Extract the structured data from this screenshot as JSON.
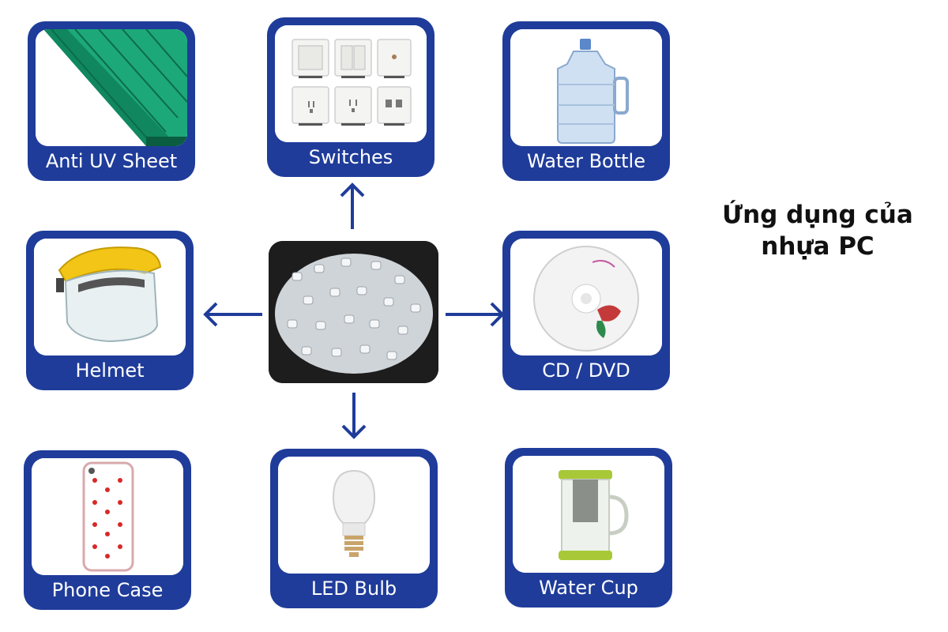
{
  "title": "Ứng dụng của nhựa PC",
  "center": {
    "icon": "pc-pellets-image"
  },
  "cards": {
    "anti_uv_sheet": {
      "label": "Anti UV Sheet",
      "icon": "polycarbonate-sheet-image"
    },
    "switches": {
      "label": "Switches",
      "icon": "wall-switches-image"
    },
    "water_bottle": {
      "label": "Water Bottle",
      "icon": "water-jug-image"
    },
    "helmet": {
      "label": "Helmet",
      "icon": "face-shield-helmet-image"
    },
    "cd_dvd": {
      "label": "CD / DVD",
      "icon": "cd-disc-image"
    },
    "phone_case": {
      "label": "Phone Case",
      "icon": "phone-case-image"
    },
    "led_bulb": {
      "label": "LED Bulb",
      "icon": "led-bulb-image"
    },
    "water_cup": {
      "label": "Water Cup",
      "icon": "tea-cup-image"
    }
  },
  "colors": {
    "card": "#1f3c9a",
    "arrow": "#1f3c9a",
    "text": "#111111"
  }
}
